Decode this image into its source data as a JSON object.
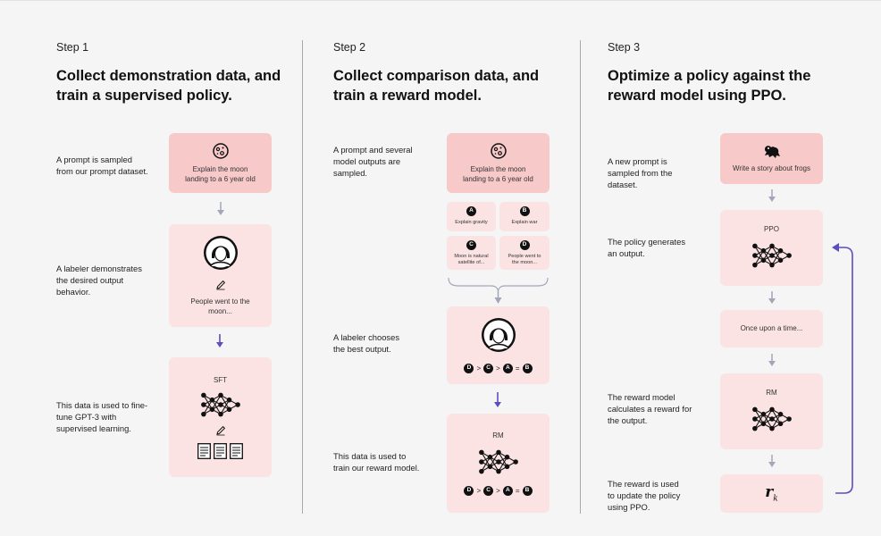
{
  "steps": [
    {
      "step_label": "Step 1",
      "title_lines": [
        "Collect demonstration data, and",
        "train a supervised policy."
      ],
      "descriptions": [
        [
          "A prompt is sampled",
          "from our prompt dataset."
        ],
        [
          "A labeler demonstrates",
          "the desired output",
          "behavior."
        ],
        [
          "This data is used to fine-",
          "tune GPT-3 with",
          "supervised learning."
        ]
      ],
      "prompt_lines": [
        "Explain the moon",
        "landing to a 6 year old"
      ],
      "demo_lines": [
        "People went to the",
        "moon..."
      ],
      "model_label": "SFT"
    },
    {
      "step_label": "Step 2",
      "title_lines": [
        "Collect comparison data, and",
        "train a reward model."
      ],
      "descriptions": [
        [
          "A prompt and several",
          "model outputs are",
          "sampled."
        ],
        [
          "A labeler chooses",
          "the best output."
        ],
        [
          "This data is used to",
          "train our reward model."
        ]
      ],
      "prompt_lines": [
        "Explain the moon",
        "landing to a 6 year old"
      ],
      "outputs": [
        {
          "badge": "A",
          "lines": [
            "Explain gravity"
          ]
        },
        {
          "badge": "B",
          "lines": [
            "Explain war"
          ]
        },
        {
          "badge": "C",
          "lines": [
            "Moon is natural",
            "satellite of..."
          ]
        },
        {
          "badge": "D",
          "lines": [
            "People went to",
            "the moon..."
          ]
        }
      ],
      "ranking": [
        "D",
        ">",
        "C",
        ">",
        "A",
        "=",
        "B"
      ],
      "model_label": "RM"
    },
    {
      "step_label": "Step 3",
      "title_lines": [
        "Optimize a policy against the",
        "reward model using PPO."
      ],
      "descriptions": [
        [
          "A new prompt is",
          "sampled from the",
          "dataset."
        ],
        [
          "The policy generates",
          "an output."
        ],
        [
          "The reward model",
          "calculates a reward for",
          "the output."
        ],
        [
          "The reward is used",
          "to update the policy",
          "using PPO."
        ]
      ],
      "prompt": "Write a story about frogs",
      "policy_label": "PPO",
      "output_text": "Once upon a time...",
      "model_label": "RM",
      "reward_symbol": "r",
      "reward_subscript": "k"
    }
  ],
  "colors": {
    "background": "#f5f5f6",
    "box_light": "#fbe3e3",
    "box_dark": "#f7c9c9",
    "arrow_gray": "#a3a6b8",
    "arrow_accent": "#5b4fbf"
  },
  "icons": [
    "moon-icon",
    "labeler-avatar-icon",
    "pencil-icon",
    "neural-network-icon",
    "document-icon",
    "frog-icon"
  ]
}
